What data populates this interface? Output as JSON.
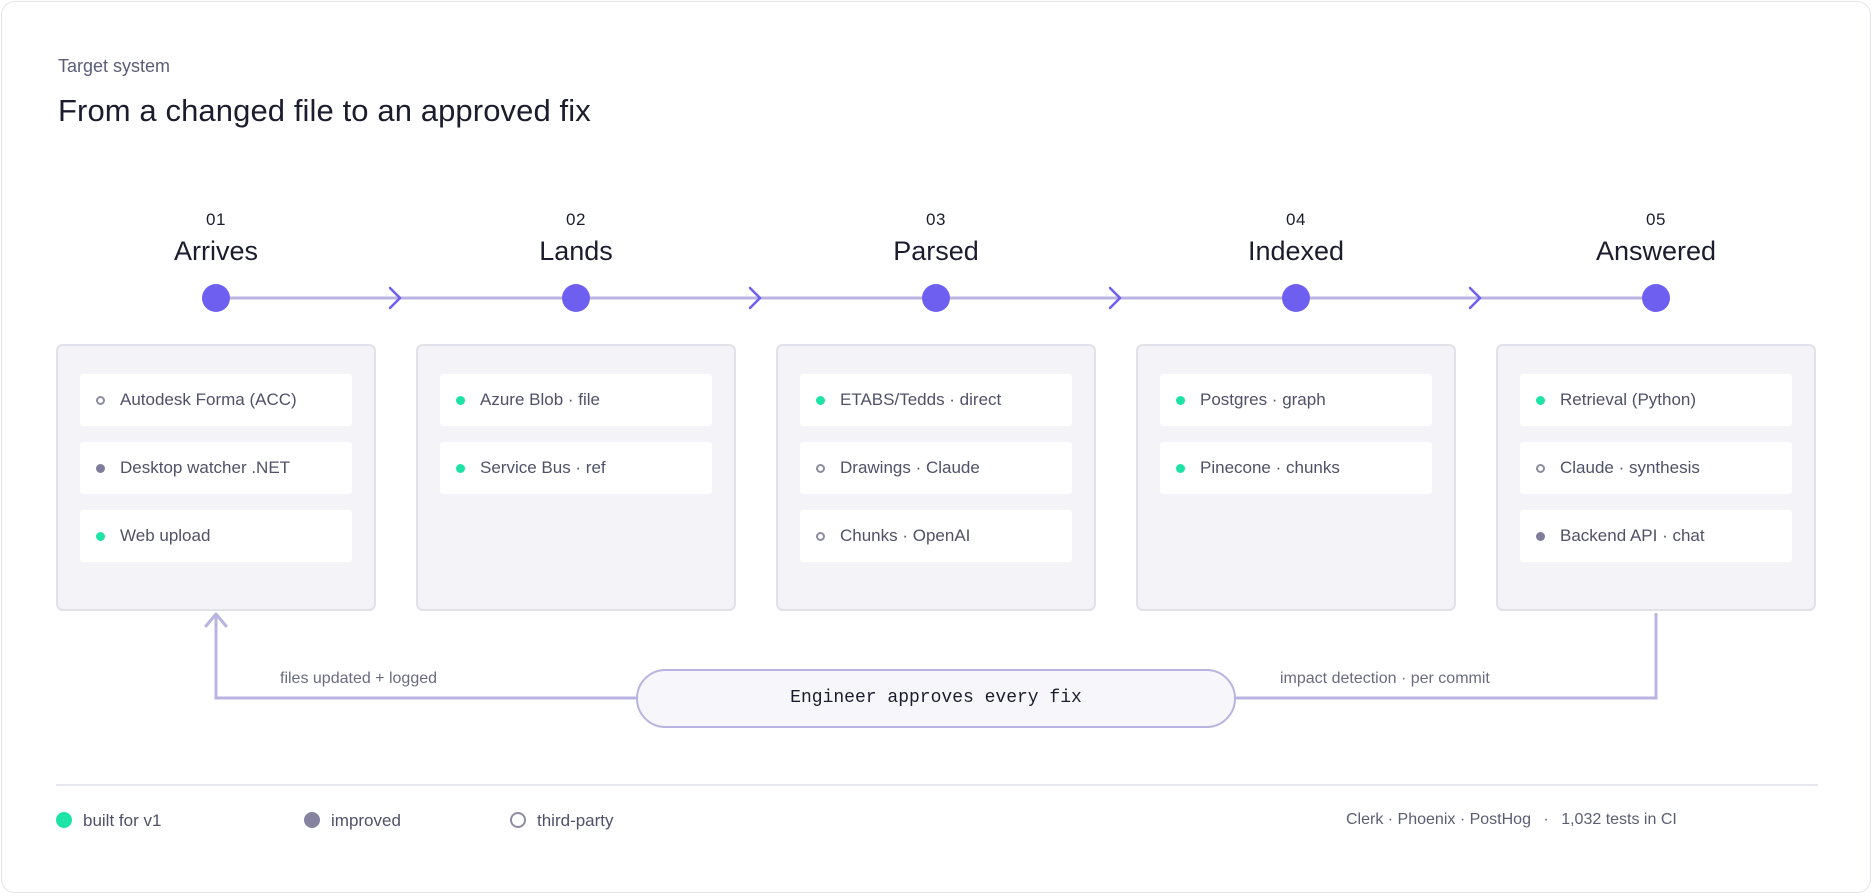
{
  "header": {
    "eyebrow": "Target system",
    "title": "From a changed file to an approved fix"
  },
  "colors": {
    "accent": "#6e5ff0",
    "connector": "#b8b3e0",
    "built": "#1de3a6",
    "improved": "#7f7d9b",
    "third_party": "#8c8ca4"
  },
  "stages": [
    {
      "number": "01",
      "label": "Arrives",
      "items": [
        {
          "label": "Autodesk Forma (ACC)",
          "status": "third-party"
        },
        {
          "label": "Desktop watcher .NET",
          "status": "improved"
        },
        {
          "label": "Web upload",
          "status": "built"
        }
      ]
    },
    {
      "number": "02",
      "label": "Lands",
      "items": [
        {
          "label": "Azure Blob · file",
          "status": "built"
        },
        {
          "label": "Service Bus · ref",
          "status": "built"
        }
      ]
    },
    {
      "number": "03",
      "label": "Parsed",
      "items": [
        {
          "label": "ETABS/Tedds · direct",
          "status": "built"
        },
        {
          "label": "Drawings · Claude",
          "status": "third-party"
        },
        {
          "label": "Chunks · OpenAI",
          "status": "third-party"
        }
      ]
    },
    {
      "number": "04",
      "label": "Indexed",
      "items": [
        {
          "label": "Postgres · graph",
          "status": "built"
        },
        {
          "label": "Pinecone · chunks",
          "status": "built"
        }
      ]
    },
    {
      "number": "05",
      "label": "Answered",
      "items": [
        {
          "label": "Retrieval (Python)",
          "status": "built"
        },
        {
          "label": "Claude · synthesis",
          "status": "third-party"
        },
        {
          "label": "Backend API · chat",
          "status": "improved"
        }
      ]
    }
  ],
  "loop": {
    "center_label": "Engineer approves every fix",
    "left_caption": "files updated + logged",
    "right_caption": "impact detection · per commit"
  },
  "legend": [
    {
      "status": "built",
      "label": "built for v1"
    },
    {
      "status": "improved",
      "label": "improved"
    },
    {
      "status": "third-party",
      "label": "third-party"
    }
  ],
  "footer": {
    "stack": "Clerk · Phoenix · PostHog",
    "separator": "·",
    "tests": "1,032 tests in CI"
  }
}
